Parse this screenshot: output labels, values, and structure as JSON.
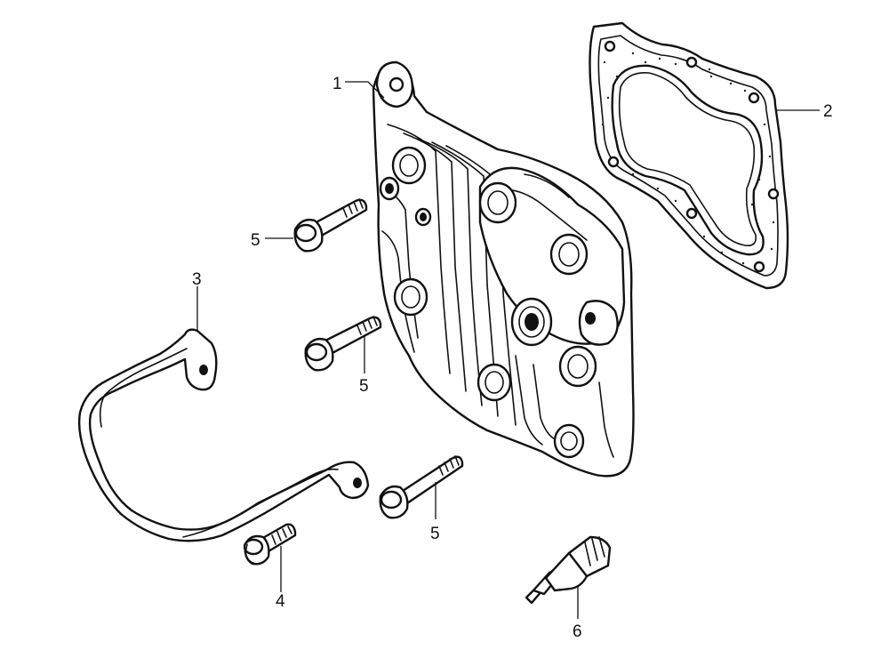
{
  "callouts": {
    "c1": "1",
    "c2": "2",
    "c3": "3",
    "c4": "4",
    "c5a": "5",
    "c5b": "5",
    "c5c": "5",
    "c6": "6"
  },
  "style": {
    "line_color": "#111111",
    "background": "#ffffff"
  }
}
